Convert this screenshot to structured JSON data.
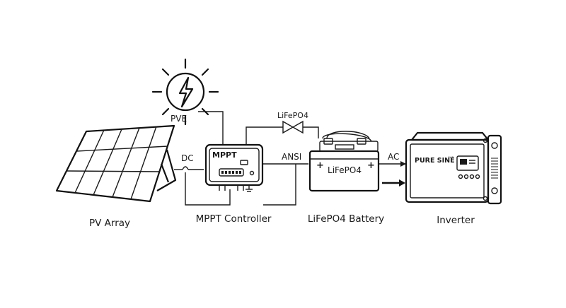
{
  "labels": {
    "pv": "PVE",
    "lifepo4_top": "LiFePO4",
    "dc": "DC",
    "ansi": "ANSI",
    "ac": "AC",
    "mppt_device": "MPPT",
    "battery_device": "LiFePO4",
    "battery_plus_left": "+",
    "battery_plus_right": "+",
    "inverter_brand": "PURE SINE",
    "inverter_brand_mark": "ᴳᴬᴮ"
  },
  "captions": {
    "pv_array": "PV Array",
    "mppt_controller": "MPPT Controller",
    "battery": "LiFePO4 Battery",
    "inverter": "Inverter"
  },
  "colors": {
    "line": "#1a1a1a",
    "background": "#ffffff"
  },
  "icons": [
    "sun-icon",
    "lightning-bolt-icon",
    "solar-panel-icon",
    "valve-icon",
    "arrow-right-icon",
    "ground-icon"
  ]
}
